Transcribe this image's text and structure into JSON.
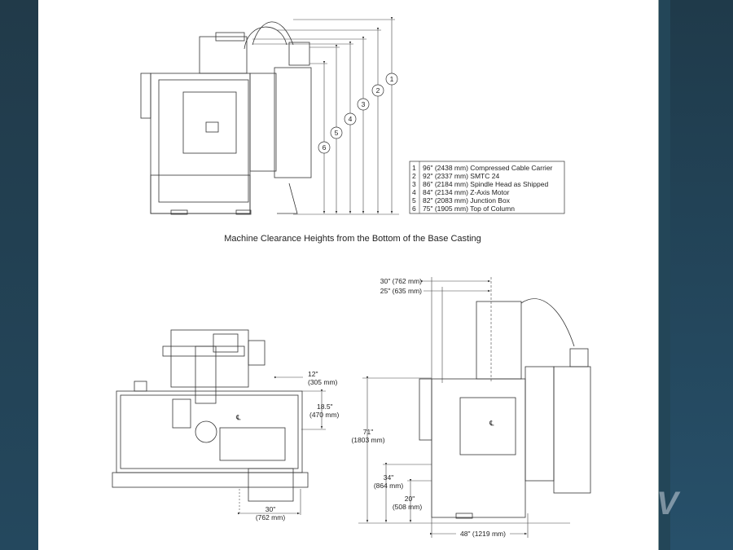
{
  "legend": [
    {
      "num": "1",
      "text": "96\" (2438 mm) Compressed Cable Carrier"
    },
    {
      "num": "2",
      "text": "92\" (2337 mm) SMTC 24"
    },
    {
      "num": "3",
      "text": "86\" (2184 mm) Spindle Head as Shipped"
    },
    {
      "num": "4",
      "text": "84\" (2134 mm) Z-Axis Motor"
    },
    {
      "num": "5",
      "text": "82\" (2083 mm) Junction Box"
    },
    {
      "num": "6",
      "text": "75\" (1905 mm) Top of Column"
    }
  ],
  "caption": "Machine Clearance Heights from the Bottom of the Base Casting",
  "top_view": {
    "dim_12_in": "12\"",
    "dim_12_mm": "(305 mm)",
    "dim_185_in": "18.5\"",
    "dim_185_mm": "(470 mm)",
    "dim_30_in": "30\"",
    "dim_30_mm": "(762 mm)",
    "centerline": "℄"
  },
  "side_view": {
    "dim_30": "30\" (762 mm)",
    "dim_25": "25\" (635 mm)",
    "dim_71_in": "71\"",
    "dim_71_mm": "(1803 mm)",
    "dim_34_in": "34\"",
    "dim_34_mm": "(864 mm)",
    "dim_20_in": "20\"",
    "dim_20_mm": "(508 mm)",
    "dim_48": "48\" (1219 mm)",
    "centerline": "℄"
  },
  "colors": {
    "frame": "#1f3a4a",
    "strip": "#234658",
    "paper": "#ffffff",
    "line": "#333333"
  }
}
